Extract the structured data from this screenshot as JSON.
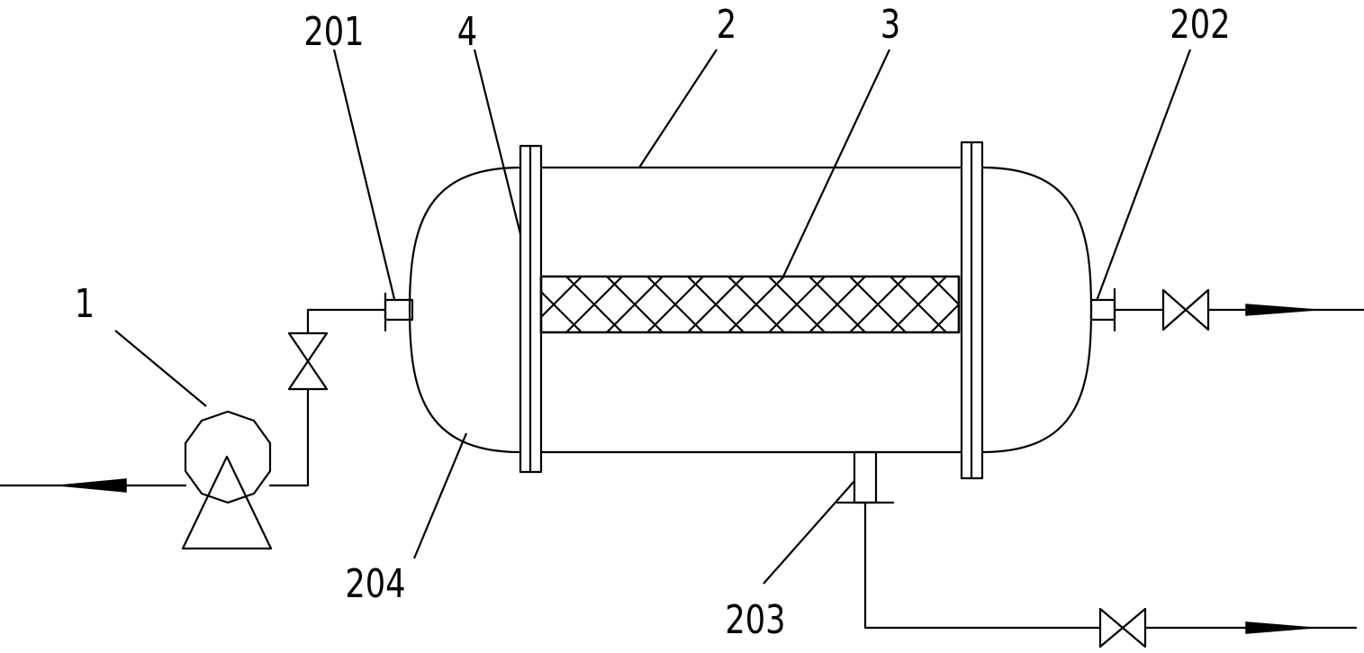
{
  "labels": {
    "pump": "1",
    "vessel": "2",
    "packing": "3",
    "flange": "4",
    "inlet_nozzle": "201",
    "outlet_nozzle": "202",
    "drain_nozzle": "203",
    "head": "204"
  }
}
